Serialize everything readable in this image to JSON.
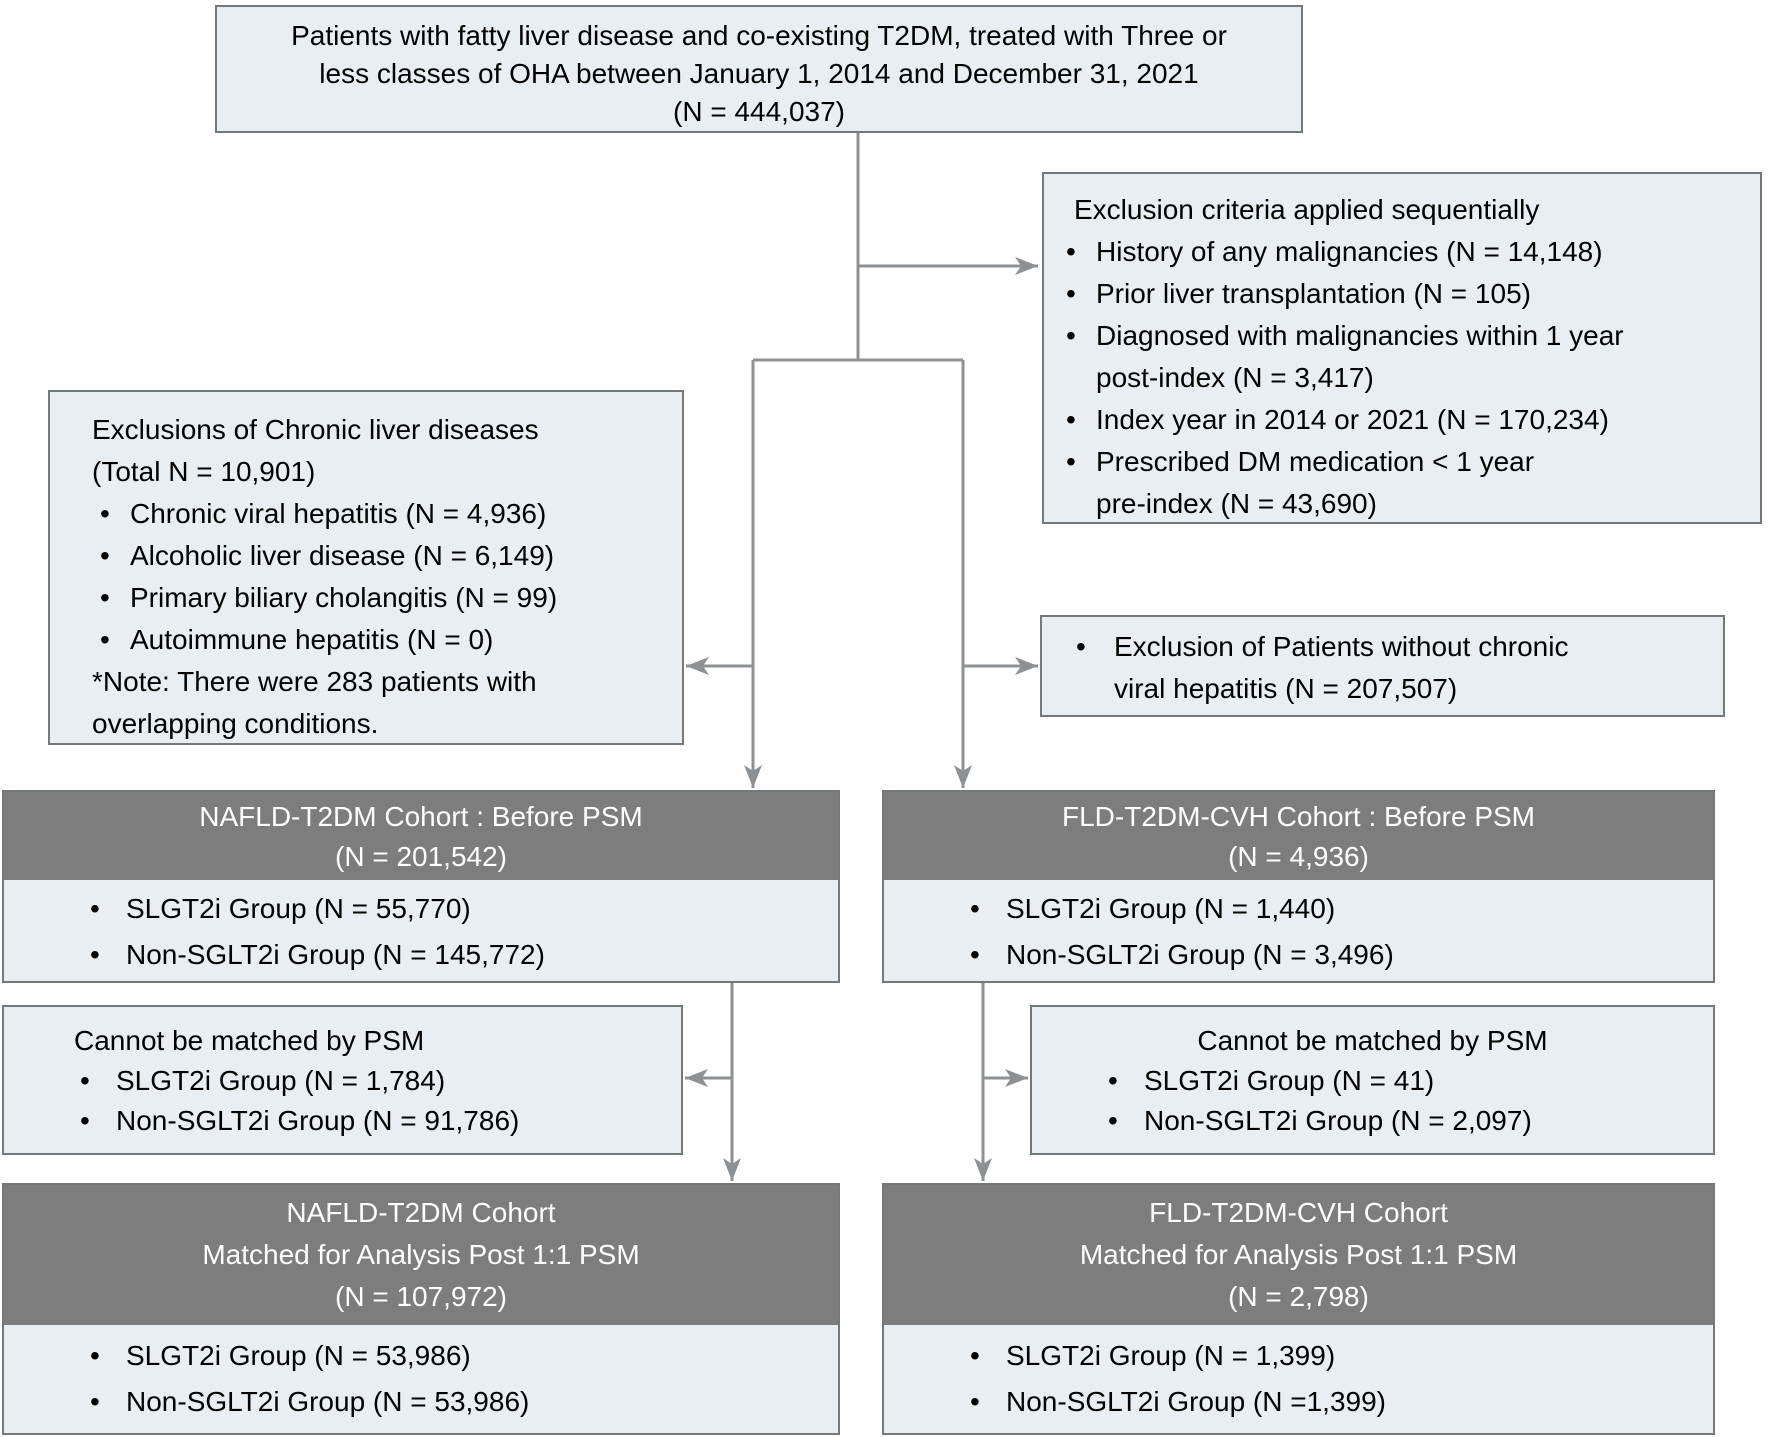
{
  "colors": {
    "box_fill": "#e8eef1",
    "box_border": "#73787b",
    "header_fill": "#7d7d7d",
    "header_text": "#ffffff",
    "text": "#000000",
    "connector": "#8d9193",
    "background": "#ffffff"
  },
  "top_box": {
    "line1": "Patients with fatty liver disease and co-existing T2DM, treated with Three or",
    "line2": "less classes of OHA between January 1, 2014 and December 31, 2021",
    "line3": "(N = 444,037)"
  },
  "exclusion_criteria": {
    "title": "Exclusion criteria applied sequentially",
    "item1": "History of any malignancies (N = 14,148)",
    "item2": "Prior liver transplantation (N = 105)",
    "item3_line1": "Diagnosed with malignancies within 1 year",
    "item3_line2": "post-index (N = 3,417)",
    "item4": "Index year in 2014 or 2021 (N = 170,234)",
    "item5_line1": "Prescribed DM medication < 1 year",
    "item5_line2": "pre-index (N = 43,690)"
  },
  "chronic_liver_exclusions": {
    "title_line1": "Exclusions of Chronic liver diseases",
    "title_line2": "(Total N = 10,901)",
    "item1": "Chronic viral hepatitis (N = 4,936)",
    "item2": "Alcoholic liver disease (N = 6,149)",
    "item3": "Primary biliary cholangitis (N = 99)",
    "item4": "Autoimmune hepatitis (N = 0)",
    "note_line1": "*Note: There were 283 patients with",
    "note_line2": "overlapping conditions."
  },
  "cvh_exclusion": {
    "item_line1": "Exclusion of Patients without chronic",
    "item_line2": "viral hepatitis (N = 207,507)"
  },
  "nafld_before": {
    "header_line1": "NAFLD-T2DM Cohort : Before PSM",
    "header_line2": "(N = 201,542)",
    "item1": "SLGT2i Group (N = 55,770)",
    "item2": "Non-SGLT2i Group (N = 145,772)"
  },
  "fld_before": {
    "header_line1": "FLD-T2DM-CVH Cohort : Before PSM",
    "header_line2": "(N = 4,936)",
    "item1": "SLGT2i Group (N = 1,440)",
    "item2": "Non-SGLT2i Group (N = 3,496)"
  },
  "nafld_unmatched": {
    "title": "Cannot be matched by PSM",
    "item1": "SLGT2i Group (N = 1,784)",
    "item2": "Non-SGLT2i Group (N = 91,786)"
  },
  "fld_unmatched": {
    "title": "Cannot be matched by PSM",
    "item1": "SLGT2i Group (N = 41)",
    "item2": "Non-SGLT2i Group (N = 2,097)"
  },
  "nafld_matched": {
    "header_line1": "NAFLD-T2DM Cohort",
    "header_line2": "Matched for Analysis Post 1:1 PSM",
    "header_line3": "(N = 107,972)",
    "item1": "SLGT2i Group (N = 53,986)",
    "item2": "Non-SGLT2i Group (N = 53,986)"
  },
  "fld_matched": {
    "header_line1": "FLD-T2DM-CVH Cohort",
    "header_line2": "Matched for Analysis Post 1:1 PSM",
    "header_line3": "(N = 2,798)",
    "item1": "SLGT2i Group (N = 1,399)",
    "item2": "Non-SGLT2i Group (N =1,399)"
  }
}
